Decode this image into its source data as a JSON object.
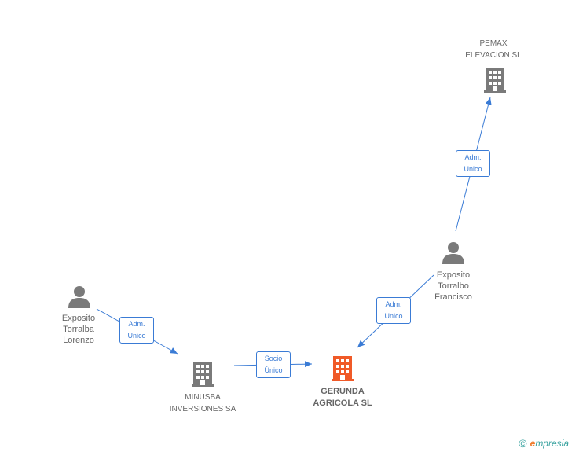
{
  "colors": {
    "edge": "#3a7bd5",
    "company": "#7a7a7a",
    "center_company": "#f05a28",
    "person": "#7a7a7a",
    "brand": "#3aa3a0",
    "brand_accent": "#f07b2c"
  },
  "nodes": {
    "pemax": {
      "label": "PEMAX\nELEVACION SL",
      "icon": "building-icon"
    },
    "francisco": {
      "label": "Exposito\nTorralbo\nFrancisco",
      "icon": "person-icon"
    },
    "lorenzo": {
      "label": "Exposito\nTorralba\nLorenzo",
      "icon": "person-icon"
    },
    "minusba": {
      "label": "MINUSBA\nINVERSIONES SA",
      "icon": "building-icon"
    },
    "gerunda": {
      "label": "GERUNDA\nAGRICOLA SL",
      "icon": "building-icon"
    }
  },
  "edges": {
    "francisco_pemax": "Adm.\nUnico",
    "francisco_gerunda": "Adm.\nUnico",
    "lorenzo_minusba": "Adm.\nUnico",
    "minusba_gerunda": "Socio\nÚnico"
  },
  "brand": {
    "copyright": "©",
    "initial": "e",
    "name": "mpresia"
  }
}
